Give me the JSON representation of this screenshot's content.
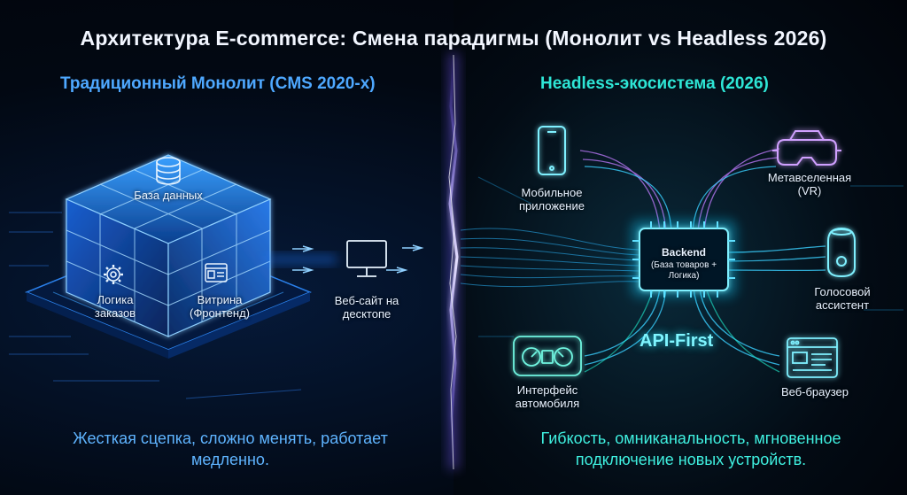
{
  "title": "Архитектура E-commerce: Смена парадигмы (Монолит vs Headless 2026)",
  "left": {
    "heading": "Традиционный Монолит (CMS 2020-х)",
    "database_label": "База данных",
    "orders_label": "Логика заказов",
    "storefront_label": "Витрина (Фронтенд)",
    "website_label": "Веб-сайт на десктопе",
    "summary": "Жесткая сцепка, сложно менять, работает медленно."
  },
  "right": {
    "heading": "Headless-экосистема (2026)",
    "backend_title": "Backend",
    "backend_sub": "(База товаров + Логика)",
    "api_label": "API-First",
    "mobile_label": "Мобильное приложение",
    "vr_label": "Метавселенная (VR)",
    "voice_label": "Голосовой ассистент",
    "car_label": "Интерфейс автомобиля",
    "browser_label": "Веб-браузер",
    "summary": "Гибкость, омниканальность, мгновенное подключение новых устройств."
  },
  "colors": {
    "left_accent": "#4ea8ff",
    "right_accent": "#2ee6d6",
    "divider": "#b48cff"
  }
}
